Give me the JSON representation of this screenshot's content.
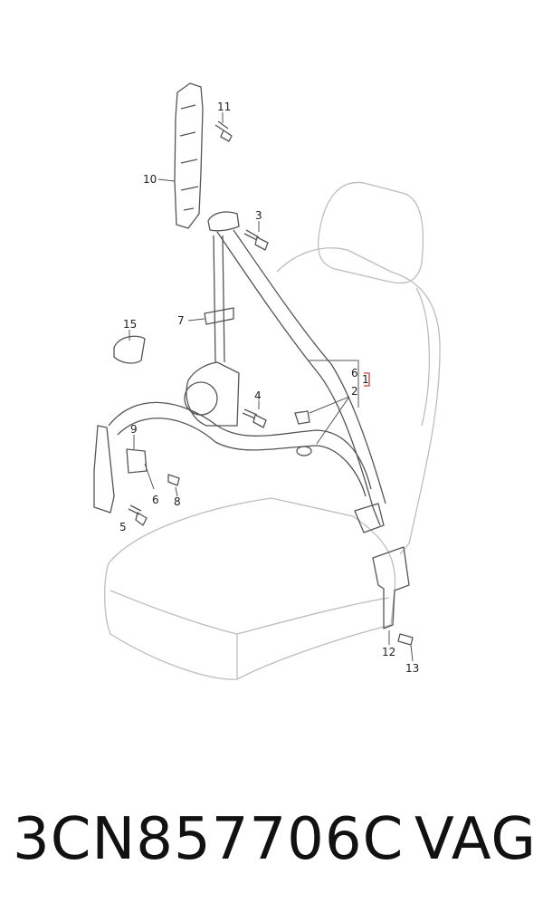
{
  "callouts": {
    "c1": "1",
    "c2": "2",
    "c3": "3",
    "c4": "4",
    "c5": "5",
    "c6a": "6",
    "c6b": "6",
    "c7": "7",
    "c8": "8",
    "c9": "9",
    "c10": "10",
    "c11": "11",
    "c12": "12",
    "c13": "13",
    "c15": "15"
  },
  "caption": {
    "part_number": "3CN857706C",
    "brand": "VAG"
  },
  "colors": {
    "line": "#555555",
    "seat": "#bdbdbd",
    "highlight": "#e53935",
    "text": "#111111"
  }
}
